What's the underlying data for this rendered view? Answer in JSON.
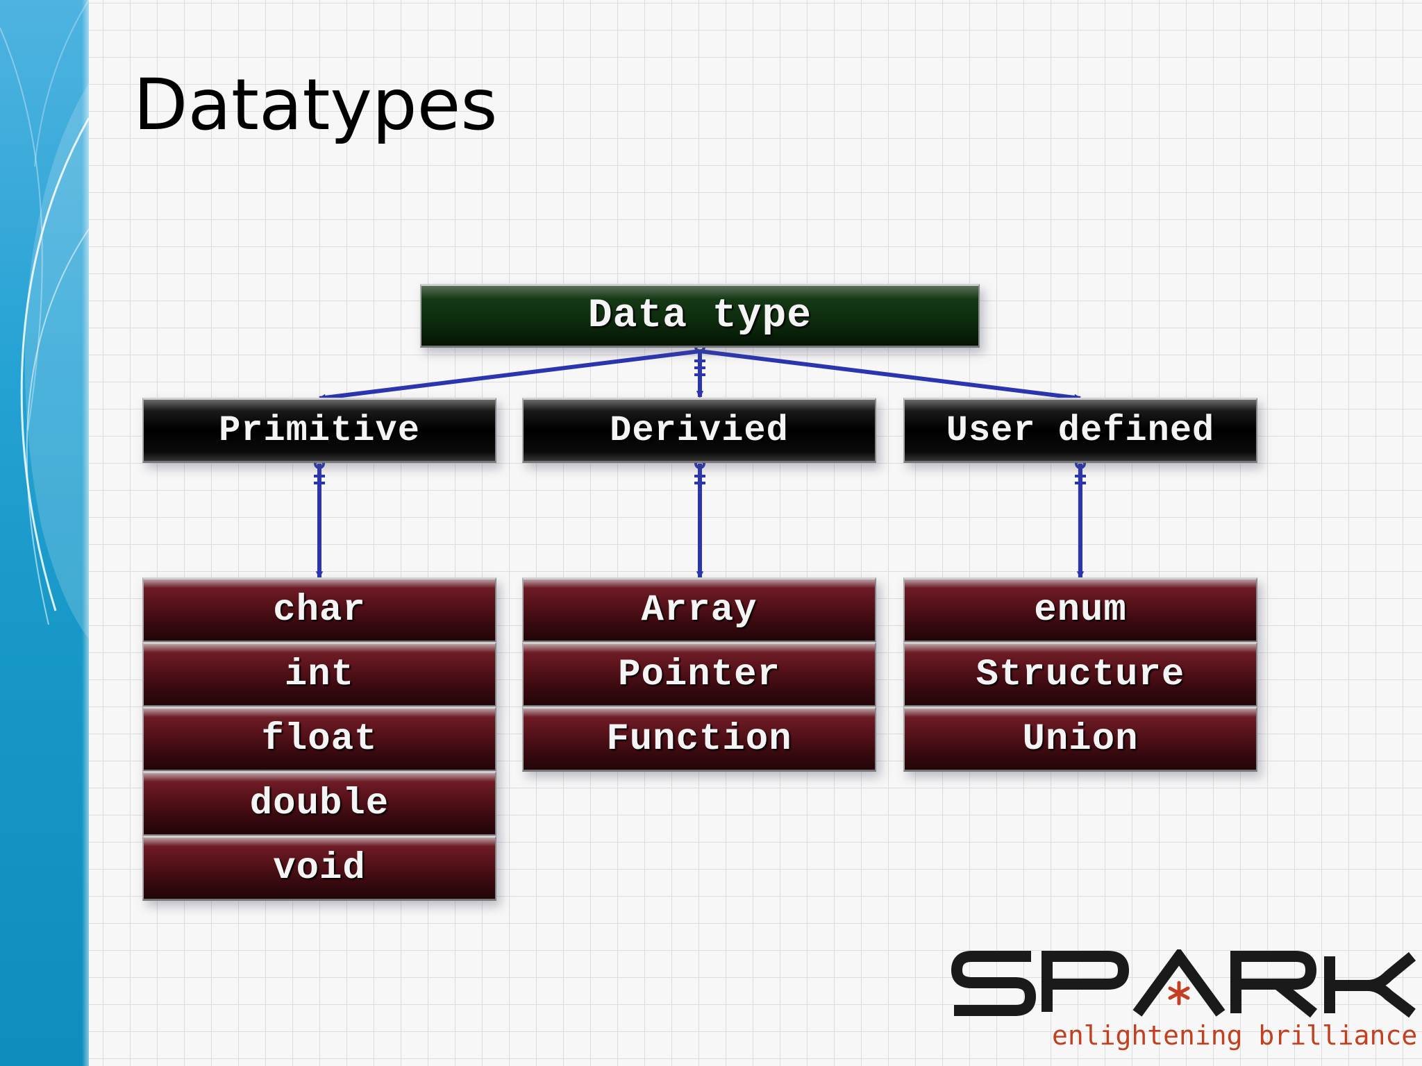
{
  "slide": {
    "title": "Datatypes"
  },
  "diagram": {
    "root": "Data type",
    "categories": [
      {
        "label": "Primitive",
        "items": [
          "char",
          "int",
          "float",
          "double",
          "void"
        ]
      },
      {
        "label": "Derivied",
        "items": [
          "Array",
          "Pointer",
          "Function"
        ]
      },
      {
        "label": "User defined",
        "items": [
          "enum",
          "Structure",
          "Union"
        ]
      }
    ]
  },
  "logo": {
    "wordmark": "SPARK",
    "tagline": "enlightening brilliance"
  },
  "colors": {
    "connector": "#2b35b0",
    "root_fill": "#0f2d0f",
    "category_fill": "#000000",
    "leaf_fill": "#58121a",
    "sidebar": "#1798c7",
    "tagline": "#c2401f"
  }
}
